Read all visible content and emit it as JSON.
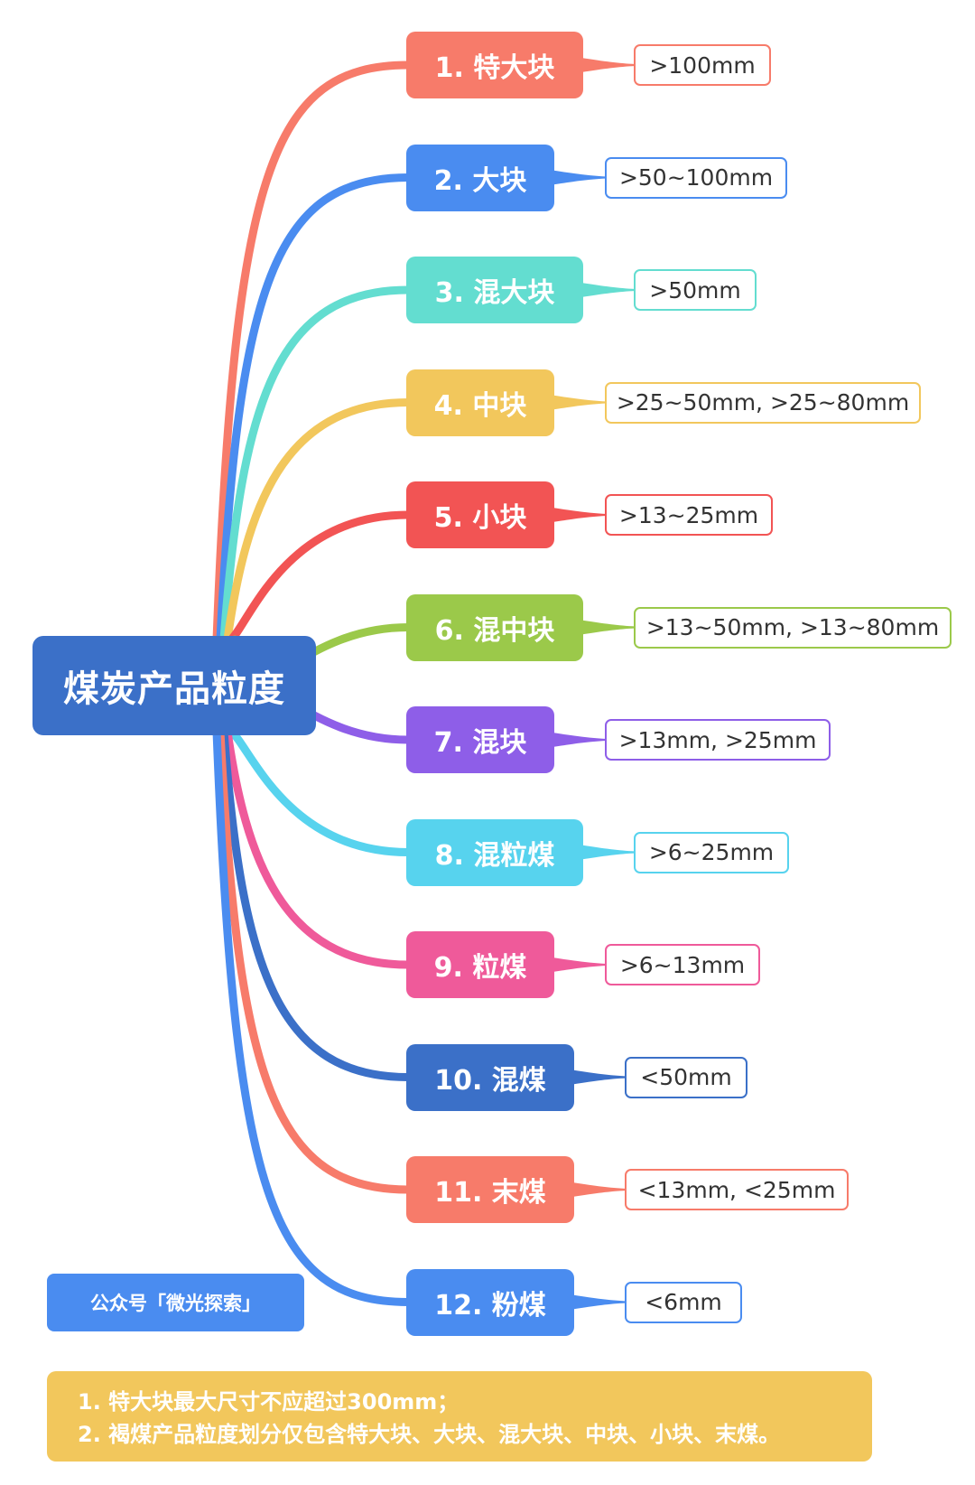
{
  "root": {
    "label": "煤炭产品粒度"
  },
  "branches": [
    {
      "label": "1. 特大块",
      "spec": ">100mm",
      "color": "#f77b6a"
    },
    {
      "label": "2. 大块",
      "spec": ">50~100mm",
      "color": "#4a8cf0"
    },
    {
      "label": "3. 混大块",
      "spec": ">50mm",
      "color": "#63ddd0"
    },
    {
      "label": "4. 中块",
      "spec": ">25~50mm, >25~80mm",
      "color": "#f2c75c"
    },
    {
      "label": "5. 小块",
      "spec": ">13~25mm",
      "color": "#f25454"
    },
    {
      "label": "6. 混中块",
      "spec": ">13~50mm, >13~80mm",
      "color": "#9bc94a"
    },
    {
      "label": "7. 混块",
      "spec": ">13mm, >25mm",
      "color": "#8e5ee8"
    },
    {
      "label": "8. 混粒煤",
      "spec": ">6~25mm",
      "color": "#57d3ee"
    },
    {
      "label": "9. 粒煤",
      "spec": ">6~13mm",
      "color": "#ef5a9a"
    },
    {
      "label": "10. 混煤",
      "spec": "<50mm",
      "color": "#3b70c8"
    },
    {
      "label": "11. 末煤",
      "spec": "<13mm, <25mm",
      "color": "#f77b6a"
    },
    {
      "label": "12. 粉煤",
      "spec": "<6mm",
      "color": "#4a8cf0"
    }
  ],
  "source": {
    "label": "公众号「微光探索」"
  },
  "notes": [
    "1. 特大块最大尺寸不应超过300mm；",
    "2. 褐煤产品粒度划分仅包含特大块、大块、混大块、中块、小块、末煤。"
  ]
}
